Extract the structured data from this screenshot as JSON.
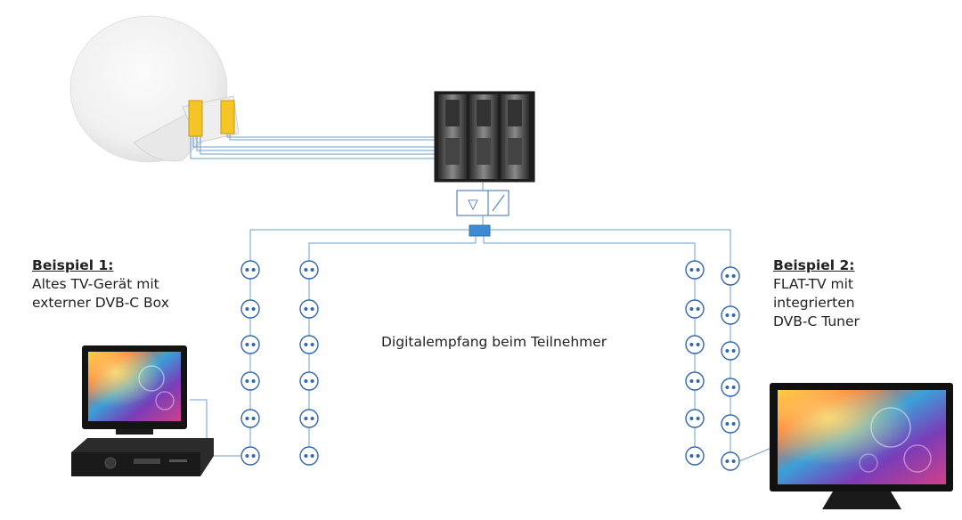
{
  "example1": {
    "title": "Beispiel 1:",
    "line1": "Altes TV-Gerät mit",
    "line2": "externer DVB-C Box"
  },
  "example2": {
    "title": "Beispiel 2:",
    "line1": "FLAT-TV mit",
    "line2": "integrierten",
    "line3": "DVB-C Tuner"
  },
  "center_label": "Digitalempfang beim Teilnehmer",
  "amplifier_symbol": "▽",
  "colors": {
    "cable": "#6f9fce",
    "socket": "#2f66b6",
    "lnb": "#f5c426",
    "splitter": "#3d8bd0"
  },
  "icons": [
    "satellite-dish-icon",
    "lnb-icon",
    "headend-rack-icon",
    "amplifier-icon",
    "splitter-icon",
    "antenna-socket-icon",
    "crt-tv-icon",
    "set-top-box-icon",
    "flat-tv-icon"
  ]
}
